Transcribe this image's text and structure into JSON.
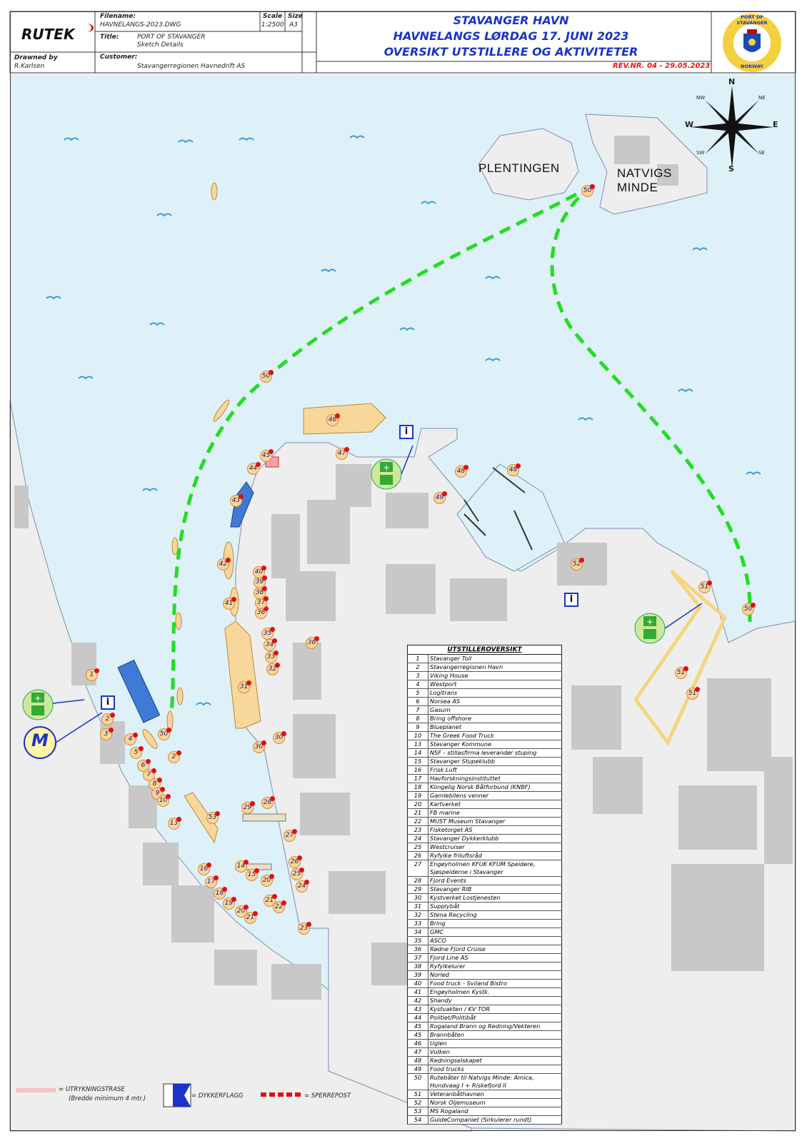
{
  "title_block": {
    "logo": "RUTEK",
    "filename_label": "Filename:",
    "filename": "HAVNELANGS-2023.DWG",
    "scale_label": "Scale",
    "scale": "1:2500",
    "size_label": "Size",
    "size": "A3",
    "title_label": "Title:",
    "title_1": "PORT OF STAVANGER",
    "title_2": "Sketch Details",
    "drawn_label": "Drawned by",
    "drawn_by": "R.Karlsen",
    "customer_label": "Customer:",
    "customer": "Stavangerregionen Havnedrift AS",
    "heading_1": "STAVANGER HAVN",
    "heading_2": "HAVNELANGS LØRDAG 17. JUNI 2023",
    "heading_3": "OVERSIKT UTSTILLERE OG AKTIVITETER",
    "revision": "REV.NR. 04 - 29.05.2023",
    "seal_top": "PORT OF STAVANGER",
    "seal_bottom": "NORWAY"
  },
  "compass": {
    "n": "N",
    "s": "S",
    "e": "E",
    "w": "W",
    "ne": "NE",
    "nw": "NW",
    "se": "SE",
    "sw": "SW"
  },
  "places": {
    "p1": "PLENTINGEN",
    "p2": "NATVIGS",
    "p3": "MINDE"
  },
  "icons": {
    "info": "i",
    "metro": "M"
  },
  "colors": {
    "water": "#dff1f8",
    "land": "#eeeeee",
    "building": "#c8c8c8",
    "route": "#22dd22",
    "marker": "#e01010",
    "vessel": "#f7d79a",
    "area": "#f5d580",
    "title_blue": "#1a33c9"
  },
  "legend": {
    "header": "UTSTILLEROVERSIKT",
    "items": [
      {
        "n": "1",
        "t": "Stavanger Toll"
      },
      {
        "n": "2",
        "t": "Stavangerregionen Havn"
      },
      {
        "n": "3",
        "t": "Viking House"
      },
      {
        "n": "4",
        "t": "Westport"
      },
      {
        "n": "5",
        "t": "Logitrans"
      },
      {
        "n": "6",
        "t": "Norsea AS"
      },
      {
        "n": "7",
        "t": "Gasum"
      },
      {
        "n": "8",
        "t": "Bring offshore"
      },
      {
        "n": "9",
        "t": "Blueplanet"
      },
      {
        "n": "10",
        "t": "The Greek Food Truck"
      },
      {
        "n": "13",
        "t": "Stavanger Kommune"
      },
      {
        "n": "14",
        "t": "NSF - stillasfirma leverandør stuping"
      },
      {
        "n": "15",
        "t": "Stavanger Stupeklubb"
      },
      {
        "n": "16",
        "t": "Frisk Luft"
      },
      {
        "n": "17",
        "t": "Havforskningsinstituttet"
      },
      {
        "n": "18",
        "t": "Kongelig Norsk Båtforbund (KNBF)"
      },
      {
        "n": "19",
        "t": "Gamlebilens venner"
      },
      {
        "n": "20",
        "t": "Kartverket"
      },
      {
        "n": "21",
        "t": "FB marine"
      },
      {
        "n": "22",
        "t": "MUST Museum Stavanger"
      },
      {
        "n": "23",
        "t": "Fisketorget AS"
      },
      {
        "n": "24",
        "t": "Stavanger Dykkerklubb"
      },
      {
        "n": "25",
        "t": "Westcruiser"
      },
      {
        "n": "26",
        "t": "Ryfylke friluftsråd"
      },
      {
        "n": "27",
        "t": "Engøyholmen KFUK KFUM Speidere, Sjøspeiderne i Stavanger",
        "tall": true
      },
      {
        "n": "28",
        "t": "Fjord Events"
      },
      {
        "n": "29",
        "t": "Stavanger RIB"
      },
      {
        "n": "30",
        "t": "Kystverket Lostjenesten"
      },
      {
        "n": "31",
        "t": "Supplybåt"
      },
      {
        "n": "32",
        "t": "Stena Recycling"
      },
      {
        "n": "33",
        "t": "Bring"
      },
      {
        "n": "34",
        "t": "GMC"
      },
      {
        "n": "35",
        "t": "ASCO"
      },
      {
        "n": "36",
        "t": "Rødne Fjord Cruise"
      },
      {
        "n": "37",
        "t": "Fjord Line AS"
      },
      {
        "n": "38",
        "t": "Ryfylkelurer"
      },
      {
        "n": "39",
        "t": "Norled"
      },
      {
        "n": "40",
        "t": "Food truck - Sviland Bistro"
      },
      {
        "n": "41",
        "t": "Engøyholmen Kystk."
      },
      {
        "n": "42",
        "t": "Shandy"
      },
      {
        "n": "43",
        "t": "Kystvakten / KV TOR"
      },
      {
        "n": "44",
        "t": "Politiet/Politibåt"
      },
      {
        "n": "45",
        "t": "Rogaland Brann og Redning/Vekteren"
      },
      {
        "n": "45",
        "t": "Brannbåten"
      },
      {
        "n": "46",
        "t": "Uglen"
      },
      {
        "n": "47",
        "t": "Vulken"
      },
      {
        "n": "48",
        "t": "Redningselskapet"
      },
      {
        "n": "49",
        "t": "Food trucks"
      },
      {
        "n": "50",
        "t": "Rutebåter til Natvigs Minde: Amica, Hundvaag I + Riskefjord II",
        "tall": true
      },
      {
        "n": "51",
        "t": "Veteranbåthavnen"
      },
      {
        "n": "52",
        "t": "Norsk Oljemuseum"
      },
      {
        "n": "53",
        "t": "MS Rogaland"
      },
      {
        "n": "54",
        "t": "GuideCompaniet (Sirkulerer rundt)"
      }
    ]
  },
  "map_key": {
    "route_label": "= UTRYKNINGSTRASE",
    "route_sub": "(Bredde minimum 4 mtr.)",
    "diver_label": "= DYKKERFLAGG",
    "barrier_label": "= SPERREPOST"
  },
  "markers": [
    {
      "n": "1"
    },
    {
      "n": "2"
    },
    {
      "n": "2"
    },
    {
      "n": "3"
    },
    {
      "n": "4"
    },
    {
      "n": "5"
    },
    {
      "n": "6"
    },
    {
      "n": "7"
    },
    {
      "n": "8"
    },
    {
      "n": "9"
    },
    {
      "n": "10"
    },
    {
      "n": "13"
    },
    {
      "n": "14"
    },
    {
      "n": "15"
    },
    {
      "n": "16"
    },
    {
      "n": "17"
    },
    {
      "n": "18"
    },
    {
      "n": "19"
    },
    {
      "n": "20"
    },
    {
      "n": "20"
    },
    {
      "n": "21"
    },
    {
      "n": "21"
    },
    {
      "n": "22"
    },
    {
      "n": "23"
    },
    {
      "n": "24"
    },
    {
      "n": "25"
    },
    {
      "n": "26"
    },
    {
      "n": "27"
    },
    {
      "n": "28"
    },
    {
      "n": "29"
    },
    {
      "n": "30"
    },
    {
      "n": "30"
    },
    {
      "n": "31"
    },
    {
      "n": "32"
    },
    {
      "n": "33"
    },
    {
      "n": "34"
    },
    {
      "n": "35"
    },
    {
      "n": "36"
    },
    {
      "n": "36"
    },
    {
      "n": "37"
    },
    {
      "n": "38"
    },
    {
      "n": "39"
    },
    {
      "n": "40"
    },
    {
      "n": "41"
    },
    {
      "n": "42"
    },
    {
      "n": "43"
    },
    {
      "n": "44"
    },
    {
      "n": "45"
    },
    {
      "n": "46"
    },
    {
      "n": "47"
    },
    {
      "n": "48"
    },
    {
      "n": "48"
    },
    {
      "n": "49"
    },
    {
      "n": "50"
    },
    {
      "n": "50"
    },
    {
      "n": "50"
    },
    {
      "n": "50"
    },
    {
      "n": "51"
    },
    {
      "n": "51"
    },
    {
      "n": "51"
    },
    {
      "n": "52"
    },
    {
      "n": "53"
    }
  ]
}
